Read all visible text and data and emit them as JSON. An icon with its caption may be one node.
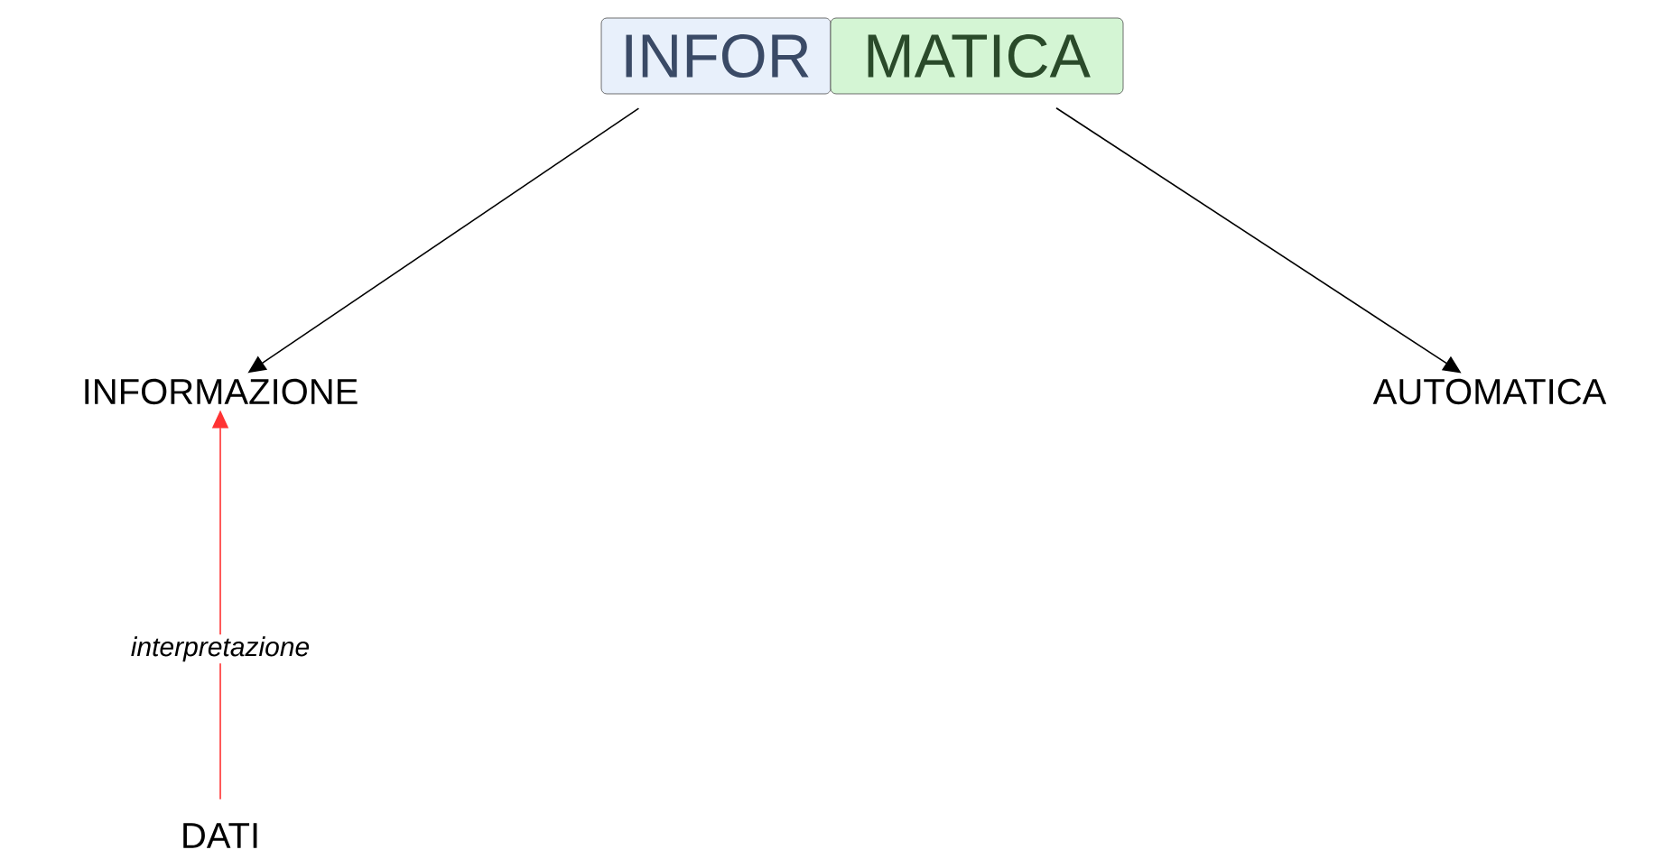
{
  "diagram": {
    "nodes": [
      {
        "text": [
          "INFOR"
        ]
      },
      {
        "text": [
          "MATICA"
        ]
      },
      {
        "text": [
          "INFORMAZIONE"
        ]
      },
      {
        "text": [
          "AUTOMATICA"
        ]
      },
      {
        "text": [
          "DATI"
        ]
      }
    ],
    "edges": [
      {
        "from": 0,
        "to": 2,
        "arrow": "to"
      },
      {
        "from": 1,
        "to": 3,
        "arrow": "to"
      },
      {
        "from": 4,
        "to": 2,
        "arrow": "to",
        "label": "interpretazione",
        "color": "#ff3333"
      }
    ]
  }
}
